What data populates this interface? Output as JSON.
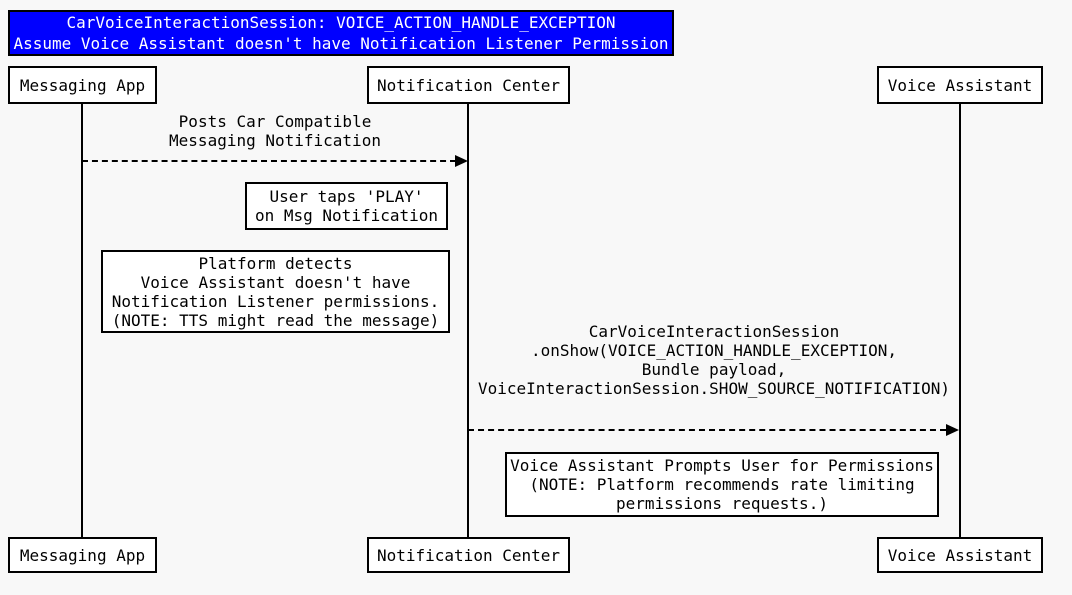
{
  "page": {
    "background_color": "#f8f8f8",
    "line_color": "#000000"
  },
  "title": {
    "lines": [
      "CarVoiceInteractionSession: VOICE_ACTION_HANDLE_EXCEPTION",
      "Assume Voice Assistant doesn't have Notification Listener Permission"
    ],
    "bg_color": "#0000ff",
    "text_color": "#ffffff"
  },
  "actors": {
    "messaging_app": "Messaging App",
    "notification_center": "Notification Center",
    "voice_assistant": "Voice Assistant"
  },
  "messages": [
    {
      "from": "Messaging App",
      "to": "Notification Center",
      "arrow_style": "dashed",
      "lines": [
        "Posts Car Compatible",
        "Messaging Notification"
      ]
    },
    {
      "from": "Notification Center",
      "to": "Voice Assistant",
      "arrow_style": "dashed",
      "lines": [
        "CarVoiceInteractionSession",
        ".onShow(VOICE_ACTION_HANDLE_EXCEPTION,",
        "Bundle payload,",
        "VoiceInteractionSession.SHOW_SOURCE_NOTIFICATION)"
      ]
    }
  ],
  "notes": [
    {
      "lines": [
        "User taps 'PLAY'",
        "on Msg Notification"
      ]
    },
    {
      "lines": [
        "Platform detects",
        "Voice Assistant doesn't have",
        "Notification Listener permissions.",
        "(NOTE: TTS might read the message)"
      ]
    },
    {
      "lines": [
        "Voice Assistant Prompts User for Permissions",
        "(NOTE: Platform recommends rate limiting",
        "permissions requests.)"
      ]
    }
  ]
}
